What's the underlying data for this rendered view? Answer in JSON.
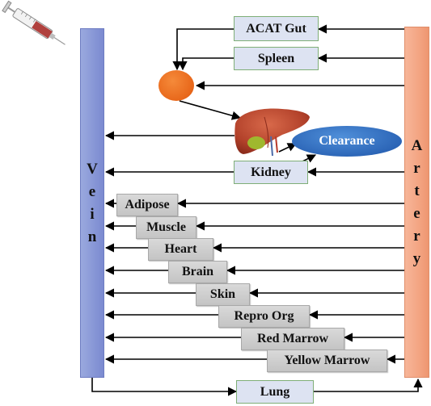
{
  "vein": {
    "letters": [
      "V",
      "e",
      "i",
      "n"
    ],
    "color": "#8796d6"
  },
  "artery": {
    "letters": [
      "A",
      "r",
      "t",
      "e",
      "r",
      "y"
    ],
    "color": "#f3a482"
  },
  "boxes": {
    "acat_gut": "ACAT Gut",
    "spleen": "Spleen",
    "kidney": "Kidney",
    "lung": "Lung"
  },
  "clearance": "Clearance",
  "tissues": [
    "Adipose",
    "Muscle",
    "Heart",
    "Brain",
    "Skin",
    "Repro Org",
    "Red Marrow",
    "Yellow Marrow"
  ],
  "colors": {
    "box_fill": "#dde3f2",
    "box_border": "#7fae77",
    "tissue_fill": "#cfcfcf",
    "clearance": "#2f6fc4",
    "spleen_node": "#ee6f20"
  },
  "icons": [
    "syringe-icon",
    "liver-icon"
  ]
}
